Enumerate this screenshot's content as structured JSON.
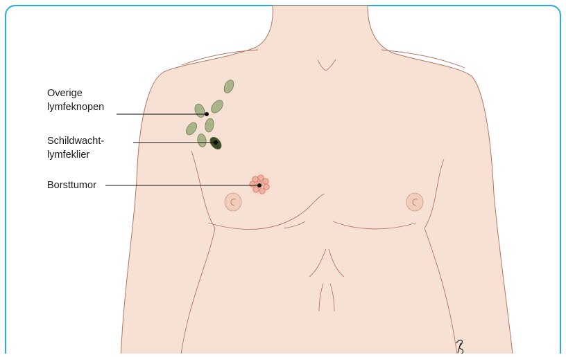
{
  "frame": {
    "border_color": "#29a8e0",
    "background": "#ffffff"
  },
  "colors": {
    "skin_fill": "#f7e1d4",
    "skin_outline": "#b07563",
    "node_fill": "#a9b488",
    "node_outline": "#6f7d55",
    "sentinel_fill": "#3d4a2a",
    "tumor_fill": "#f2b09e",
    "tumor_outline": "#c86e5c",
    "leader_line": "#111111"
  },
  "labels": {
    "other_nodes": {
      "line1": "Overige",
      "line2": "lymfeknopen"
    },
    "sentinel_node": {
      "line1": "Schildwacht-",
      "line2": "lymfeklier"
    },
    "breast_tumor": "Borsttumor"
  }
}
